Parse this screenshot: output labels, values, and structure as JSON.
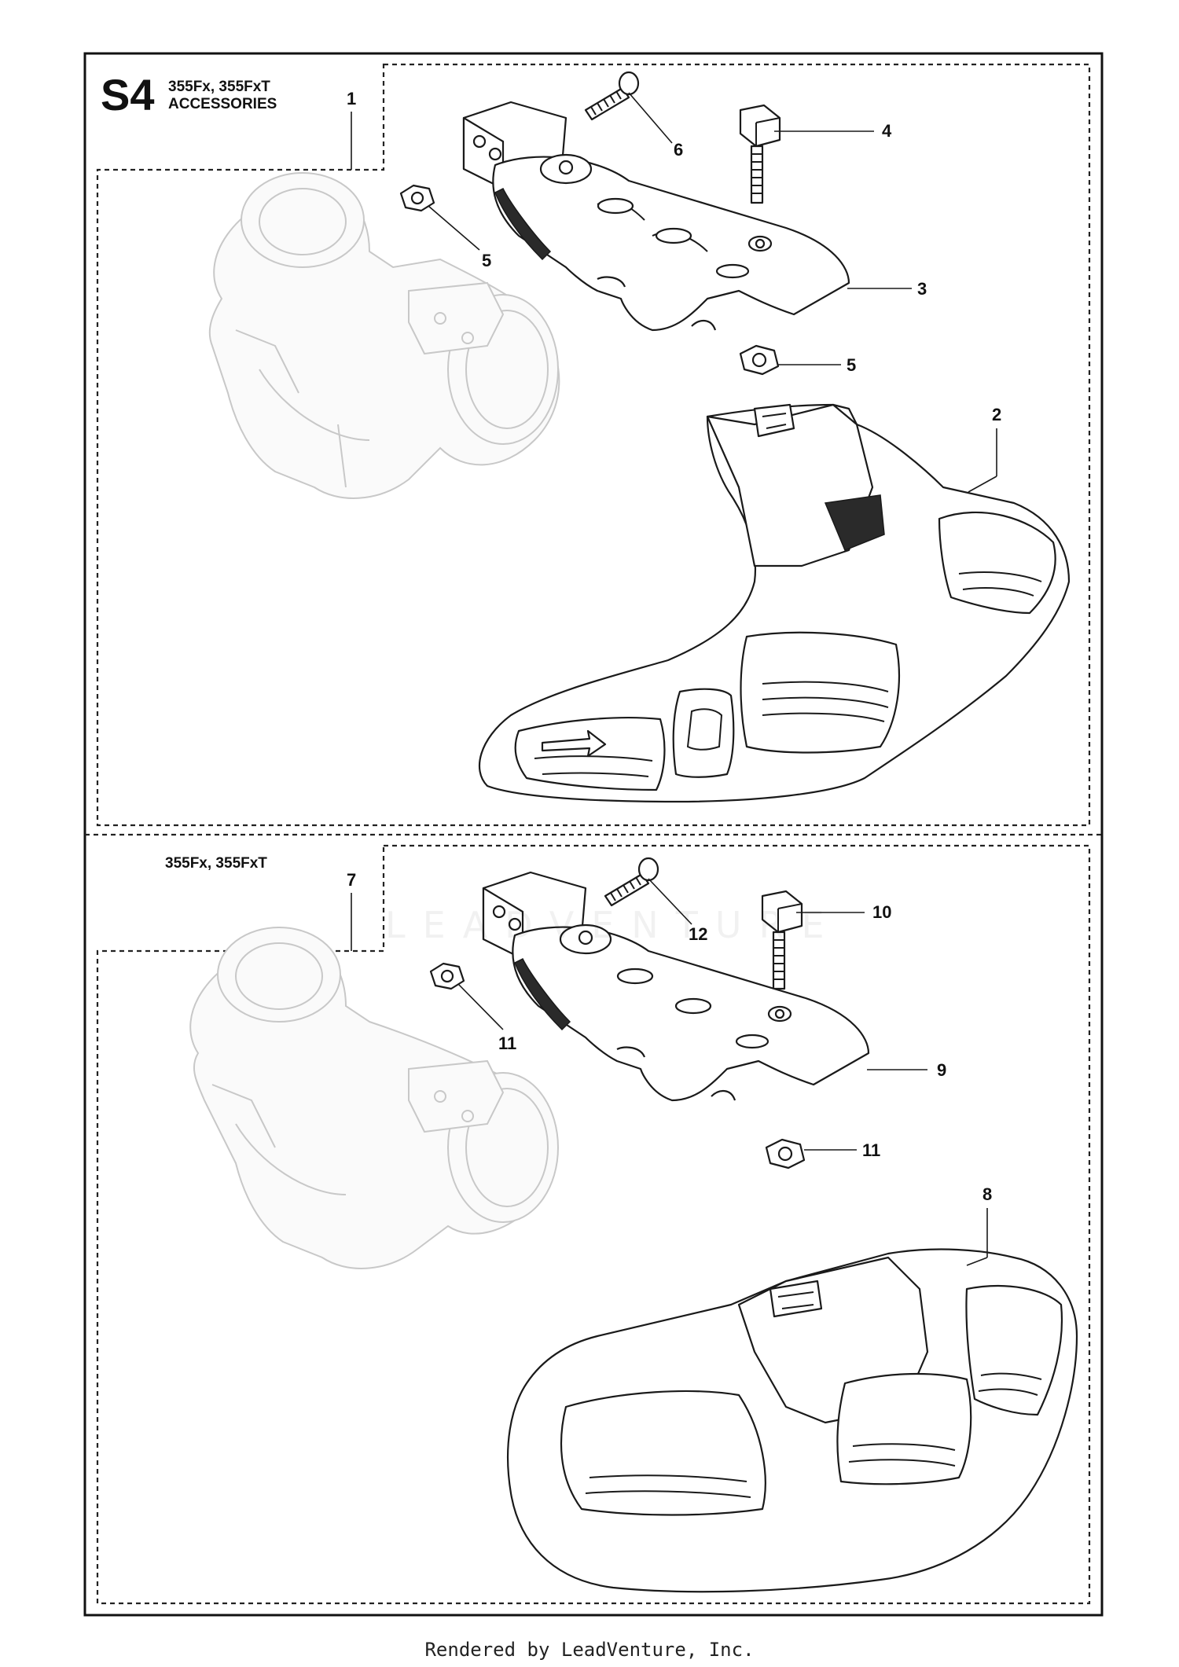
{
  "section": {
    "code": "S4",
    "models": "355Fx, 355FxT",
    "title": "ACCESSORIES"
  },
  "lower_panel": {
    "models": "355Fx, 355FxT"
  },
  "callouts": {
    "c1": "1",
    "c2": "2",
    "c3": "3",
    "c4": "4",
    "c5a": "5",
    "c5b": "5",
    "c6": "6",
    "c7": "7",
    "c8": "8",
    "c9": "9",
    "c10": "10",
    "c11a": "11",
    "c11b": "11",
    "c12": "12"
  },
  "watermark": "LEADVENTURE",
  "footer": "Rendered by LeadVenture, Inc."
}
